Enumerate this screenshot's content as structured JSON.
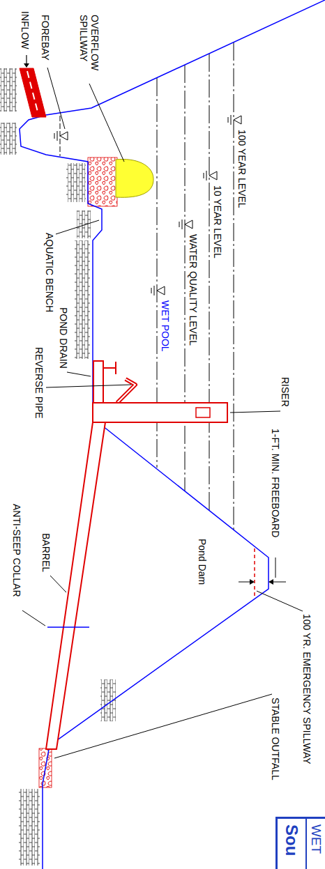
{
  "diagram": {
    "nodes": [
      {
        "text": [
          "WET",
          "Sou"
        ]
      }
    ],
    "labels": [
      "100 YR. EMERGENCY SPILLWAY",
      "1-FT. MIN. FREEBOARD",
      "RISER",
      "100 YEAR LEVEL",
      "10 YEAR LEVEL",
      "WATER QUALITY LEVEL",
      "WET POOL",
      "INFLOW",
      "FOREBAY",
      "OVERFLOW SPILLWAY",
      "AQUATIC BENCH",
      "POND DRAIN",
      "REVERSE PIPE",
      "Pond Dam",
      "ANTI-SEEP COLLAR",
      "BARREL",
      "STABLE OUTFALL"
    ]
  }
}
